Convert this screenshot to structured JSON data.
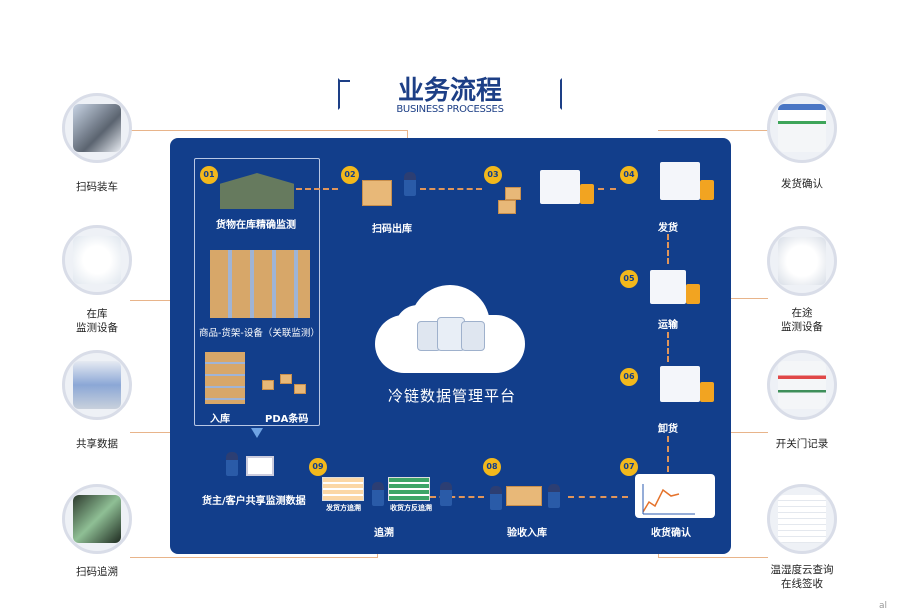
{
  "header": {
    "title": "业务流程",
    "subtitle": "BUSINESS PROCESSES"
  },
  "left_items": [
    {
      "label": "扫码装车",
      "icon": "pda-scanner-photo"
    },
    {
      "label": "在库\n监测设备",
      "icon": "sensor-device-photo"
    },
    {
      "label": "共享数据",
      "icon": "laptop-dashboard-photo"
    },
    {
      "label": "扫码追溯",
      "icon": "qr-scan-photo"
    }
  ],
  "right_items": [
    {
      "label": "发货确认",
      "icon": "app-screen-photo"
    },
    {
      "label": "在途\n监测设备",
      "icon": "vehicle-device-photo"
    },
    {
      "label": "开关门记录",
      "icon": "door-record-screen-photo"
    },
    {
      "label": "温湿度云查询\n在线签收",
      "icon": "cloud-query-screen-photo"
    }
  ],
  "steps": [
    {
      "num": "01",
      "label": "货物在库精确监测"
    },
    {
      "num": "02",
      "label": "扫码出库"
    },
    {
      "num": "03",
      "label": ""
    },
    {
      "num": "04",
      "label": "发货"
    },
    {
      "num": "05",
      "label": "运输"
    },
    {
      "num": "06",
      "label": "卸货"
    },
    {
      "num": "07",
      "label": "收货确认"
    },
    {
      "num": "08",
      "label": "验收入库"
    },
    {
      "num": "09",
      "label": "追溯"
    }
  ],
  "warehouse": {
    "shelf_label": "商品-货架-设备（关联监测）",
    "inbound_label": "入库",
    "pda_label": "PDA条码"
  },
  "cloud": {
    "label": "冷链数据管理平台"
  },
  "trace": {
    "sender_label": "发货方追溯",
    "receiver_label": "收货方反追溯",
    "share_label": "货主/客户共享监测数据"
  },
  "watermark": "al",
  "colors": {
    "panel": "#123e8b",
    "badge": "#f2b81c",
    "arrow": "#e0955a",
    "title": "#1d3f86"
  }
}
